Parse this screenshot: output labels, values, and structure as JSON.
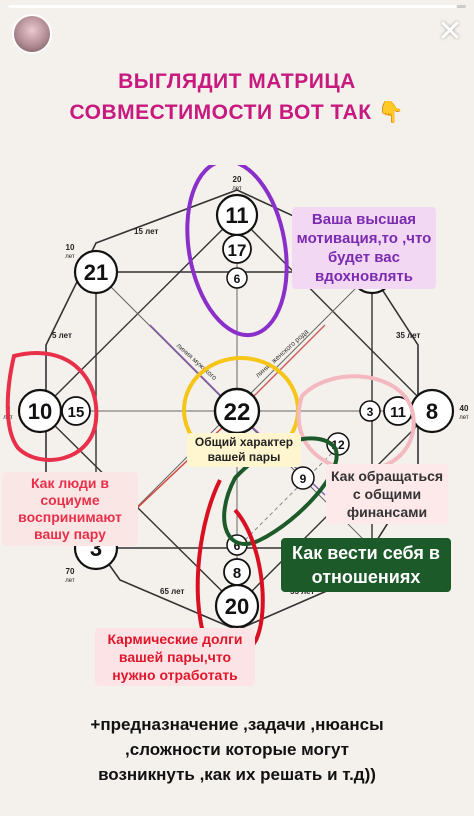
{
  "story": {
    "progress": 0.98,
    "close_glyph": "✕"
  },
  "header": {
    "title_line1": "ВЫГЛЯДИТ МАТРИЦА",
    "title_line2": "СОВМЕСТИМОСТИ ВОТ ТАК 👇"
  },
  "matrix": {
    "circles": {
      "top": "11",
      "top_inner": "17",
      "top_small": "6",
      "top_left": "21",
      "top_right": "19",
      "left": "10",
      "left_inner": "15",
      "center": "22",
      "right": "8",
      "right_inner": "11",
      "right_small": "3",
      "bottom_left": "3",
      "bottom": "20",
      "bottom_inner": "8",
      "bottom_small": "6",
      "mid_right_12": "12",
      "mid_right_9": "9"
    },
    "age_labels": {
      "top_20": "20",
      "top_20_unit": "лет",
      "top_15": "15 лет",
      "left_10": "10",
      "left_10_unit": "лет",
      "left_5": "5 лет",
      "left_0": "0",
      "left_0_unit": "лет",
      "right_35": "35 лет",
      "right_40": "40",
      "right_40_unit": "лет",
      "bottom_left_70": "70",
      "bottom_left_70_unit": "лет",
      "bottom_65": "65 лет",
      "bottom_right_55": "55 лет"
    },
    "line_labels": {
      "male_line": "линия мужского",
      "female_line": "линия женского рода"
    },
    "colors": {
      "purple": "#8a2fc9",
      "red": "#e8304a",
      "yellow": "#f5c518",
      "pink": "#f4b8c0",
      "green": "#1d5a2a",
      "dark_red": "#d90f22"
    }
  },
  "callouts": {
    "purple": "Ваша высшая мотивация,то ,что будет вас вдохновлять",
    "red_left": "Как люди в социуме воспринимают вашу пару",
    "yellow": "Общий характер вашей пары",
    "pink": "Как обращаться с общими финансами",
    "green": "Как вести себя в отношениях",
    "red_bottom": "Кармические долги вашей пары,что нужно отработать"
  },
  "footer": {
    "line1": "+предназначение ,задачи ,нюансы",
    "line2": ",сложности которые могут",
    "line3": "возникнуть ,как их решать и т.д))"
  }
}
